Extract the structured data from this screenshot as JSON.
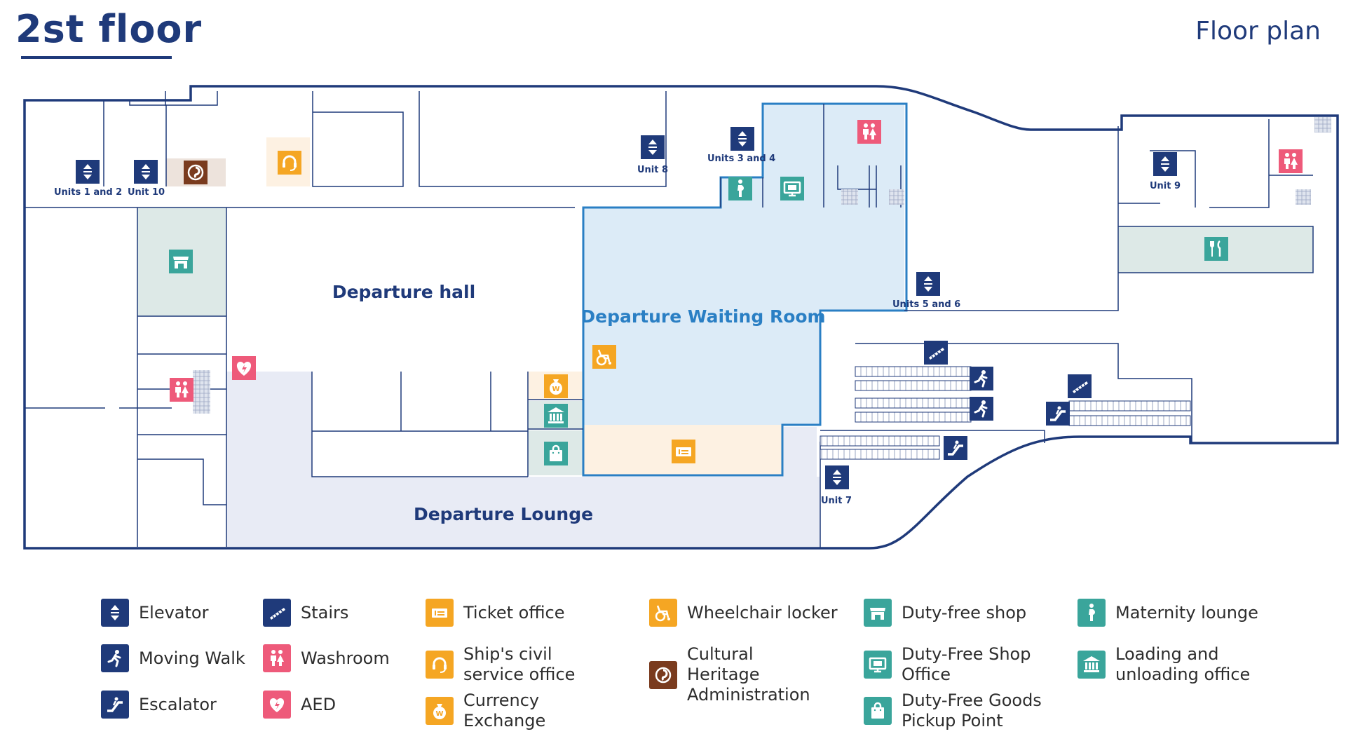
{
  "header": {
    "title": "2st floor",
    "subtitle": "Floor plan"
  },
  "colors": {
    "navy": "#1f3a7a",
    "blue_room": "#dcebf7",
    "blue_outline": "#2a7fc4",
    "lounge": "#e8ebf5",
    "teal": "#3aa59b",
    "teal_fill": "#dde9e7",
    "orange": "#f5a623",
    "orange_fill": "#fdf1e2",
    "pink": "#ee5a7a",
    "brown": "#7a3b1e"
  },
  "areas": {
    "departure_hall": "Departure hall",
    "departure_waiting_room": "Departure Waiting Room",
    "departure_lounge": "Departure Lounge"
  },
  "unit_labels": {
    "units_1_2": "Units 1 and 2",
    "unit_10": "Unit 10",
    "unit_8": "Unit 8",
    "units_3_4": "Units 3 and 4",
    "unit_9": "Unit 9",
    "units_5_6": "Units 5 and 6",
    "unit_7": "Unit 7"
  },
  "legend": [
    {
      "id": "elevator",
      "label": "Elevator",
      "icon": "elevator-icon",
      "color": "#1f3a7a"
    },
    {
      "id": "moving-walk",
      "label": "Moving Walk",
      "icon": "moving-walk-icon",
      "color": "#1f3a7a"
    },
    {
      "id": "escalator",
      "label": "Escalator",
      "icon": "escalator-icon",
      "color": "#1f3a7a"
    },
    {
      "id": "stairs",
      "label": "Stairs",
      "icon": "stairs-icon",
      "color": "#1f3a7a"
    },
    {
      "id": "washroom",
      "label": "Washroom",
      "icon": "washroom-icon",
      "color": "#ee5a7a"
    },
    {
      "id": "aed",
      "label": "AED",
      "icon": "aed-icon",
      "color": "#ee5a7a"
    },
    {
      "id": "ticket-office",
      "label": "Ticket office",
      "icon": "ticket-icon",
      "color": "#f5a623"
    },
    {
      "id": "ship-civil",
      "label": "Ship's civil service office",
      "icon": "headset-icon",
      "color": "#f5a623"
    },
    {
      "id": "currency",
      "label": "Currency Exchange",
      "icon": "money-bag-icon",
      "color": "#f5a623"
    },
    {
      "id": "wheelchair",
      "label": "Wheelchair locker",
      "icon": "wheelchair-icon",
      "color": "#f5a623"
    },
    {
      "id": "heritage",
      "label": "Cultural Heritage Administration",
      "icon": "heritage-icon",
      "color": "#7a3b1e"
    },
    {
      "id": "duty-free-shop",
      "label": "Duty-free shop",
      "icon": "shop-icon",
      "color": "#3aa59b"
    },
    {
      "id": "duty-free-office",
      "label": "Duty-Free Shop Office",
      "icon": "monitor-icon",
      "color": "#3aa59b"
    },
    {
      "id": "duty-free-pickup",
      "label": "Duty-Free Goods Pickup Point",
      "icon": "shopping-bag-icon",
      "color": "#3aa59b"
    },
    {
      "id": "maternity",
      "label": "Maternity lounge",
      "icon": "maternity-icon",
      "color": "#3aa59b"
    },
    {
      "id": "loading",
      "label": "Loading and unloading office",
      "icon": "bank-icon",
      "color": "#3aa59b"
    }
  ]
}
